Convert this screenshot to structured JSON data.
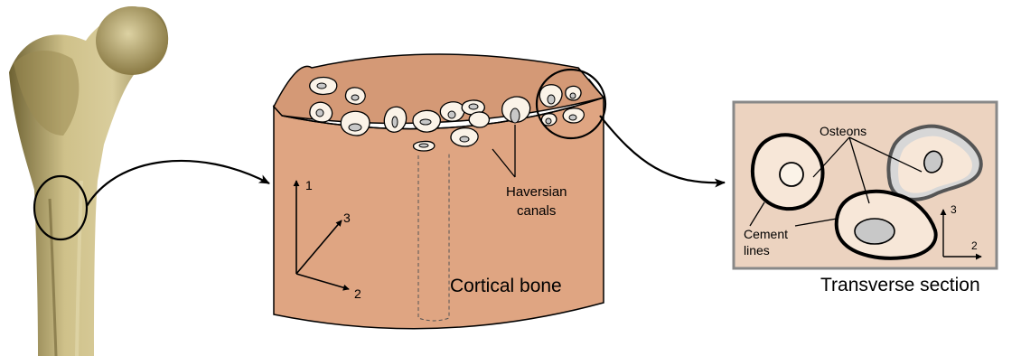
{
  "figure": {
    "labels": {
      "cortical_bone": "Cortical bone",
      "haversian_line1": "Haversian",
      "haversian_line2": "canals",
      "osteons": "Osteons",
      "cement_line1": "Cement",
      "cement_line2": "lines",
      "transverse_section": "Transverse section"
    },
    "axes_block": {
      "axis1": "1",
      "axis2": "2",
      "axis3": "3"
    },
    "axes_section": {
      "axis3": "3",
      "axis2": "2"
    }
  },
  "colors": {
    "bone_light": "#d8cc9a",
    "bone_dark": "#8b7b45",
    "block_fill": "#dfa582",
    "block_top": "#d49976",
    "osteon_fill": "#fbf3e8",
    "canal_fill": "#c8c8c8",
    "section_bg": "#ecd3c0",
    "section_border": "#888888"
  }
}
